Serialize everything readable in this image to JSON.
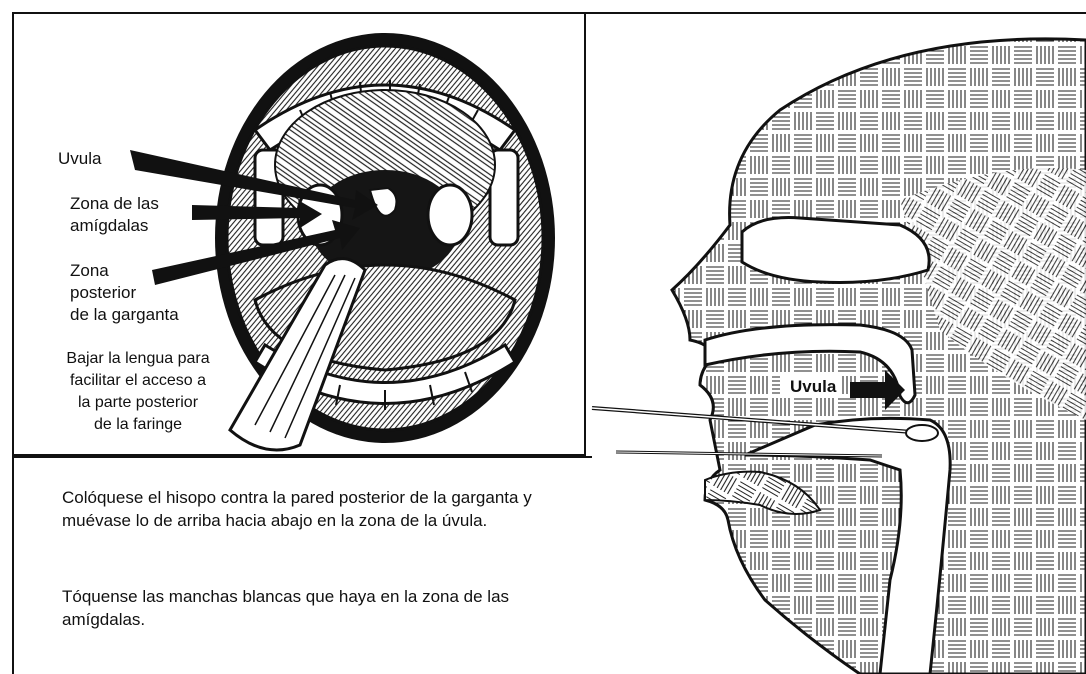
{
  "mouth_labels": {
    "uvula": "Uvula",
    "tonsils": "Zona de las\namígdalas",
    "posterior": "Zona\nposterior\nde la garganta",
    "tongue_note": "Bajar la lengua para\nfacilitar el acceso a\nla parte posterior\nde la faringe"
  },
  "head_labels": {
    "uvula": "Uvula"
  },
  "instructions": [
    "Colóquese el hisopo contra la pared posterior de la garganta y\nmuévase lo de arriba hacia abajo en la zona de la úvula.",
    "Tóquense las manchas blancas que haya en la zona de las\namígdalas."
  ]
}
